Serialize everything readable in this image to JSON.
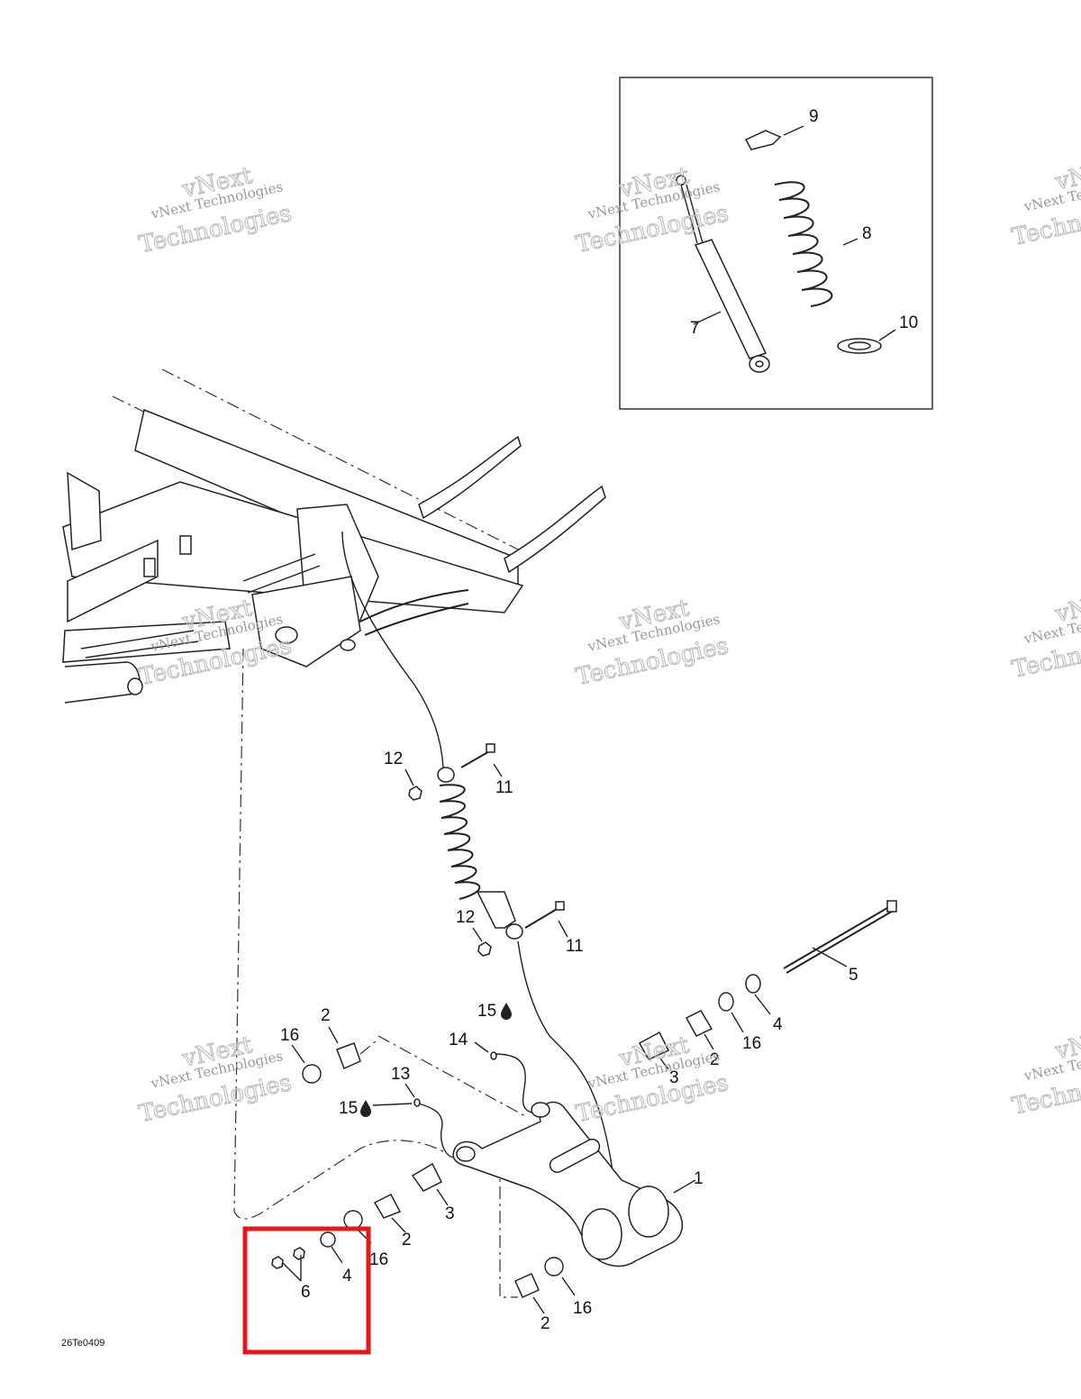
{
  "diagram_code": "26Te0409",
  "watermark": {
    "line1": "vNext Technologies",
    "line2_top": "vNext",
    "line2_bottom": "Technologies"
  },
  "callouts": {
    "c1": "1",
    "c2a": "2",
    "c2b": "2",
    "c2c": "2",
    "c2d": "2",
    "c3a": "3",
    "c3b": "3",
    "c4a": "4",
    "c4b": "4",
    "c5": "5",
    "c6": "6",
    "c7": "7",
    "c8": "8",
    "c9": "9",
    "c10": "10",
    "c11a": "11",
    "c11b": "11",
    "c12a": "12",
    "c12b": "12",
    "c13": "13",
    "c14": "14",
    "c15a": "15",
    "c15b": "15",
    "c16a": "16",
    "c16b": "16",
    "c16c": "16",
    "c16d": "16"
  },
  "highlight_color": "#e8151b"
}
